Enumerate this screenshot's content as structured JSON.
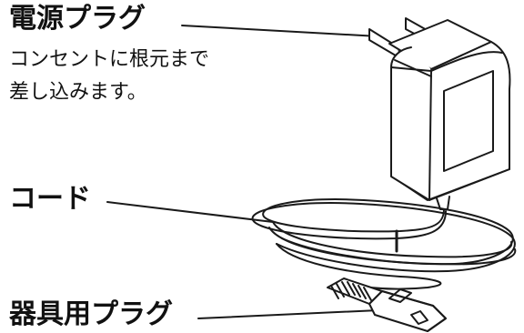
{
  "labels": {
    "power_plug": {
      "title": "電源プラグ",
      "desc_line1": "コンセントに根元まで",
      "desc_line2": "差し込みます。"
    },
    "cord": {
      "title": "コード"
    },
    "appliance_plug": {
      "title": "器具用プラグ"
    }
  },
  "colors": {
    "line": "#1a1a1a",
    "fill": "#ffffff"
  },
  "icons": [
    "ac-adapter-icon",
    "coiled-cord-icon",
    "appliance-plug-icon"
  ]
}
